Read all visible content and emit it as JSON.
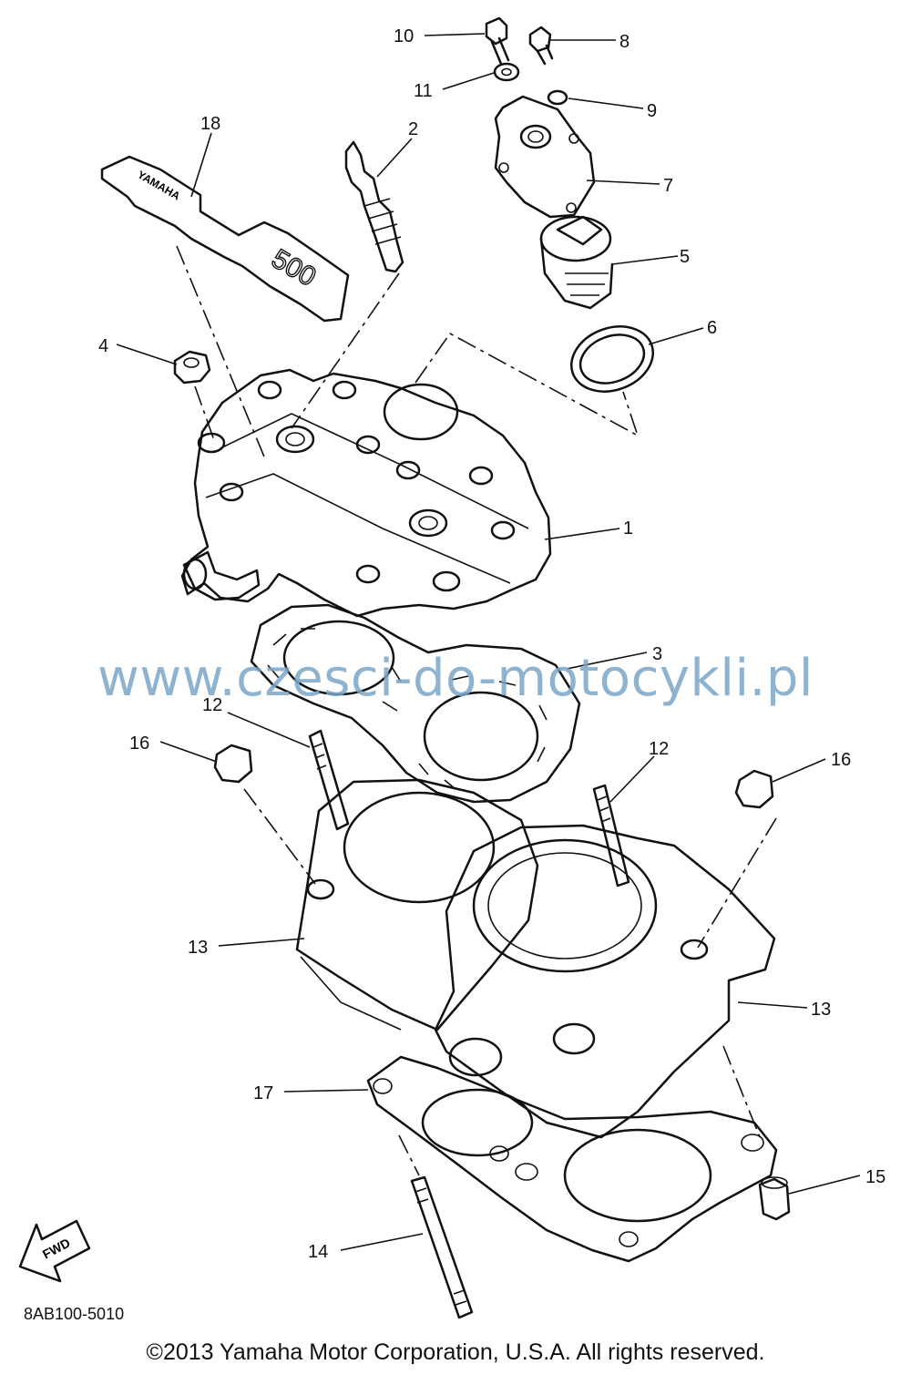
{
  "diagram": {
    "callouts": [
      {
        "id": "c10",
        "label": "10"
      },
      {
        "id": "c8",
        "label": "8"
      },
      {
        "id": "c11",
        "label": "11"
      },
      {
        "id": "c9",
        "label": "9"
      },
      {
        "id": "c18",
        "label": "18"
      },
      {
        "id": "c2",
        "label": "2"
      },
      {
        "id": "c7",
        "label": "7"
      },
      {
        "id": "c5",
        "label": "5"
      },
      {
        "id": "c6",
        "label": "6"
      },
      {
        "id": "c4",
        "label": "4"
      },
      {
        "id": "c1",
        "label": "1"
      },
      {
        "id": "c3",
        "label": "3"
      },
      {
        "id": "c12a",
        "label": "12"
      },
      {
        "id": "c16a",
        "label": "16"
      },
      {
        "id": "c12b",
        "label": "12"
      },
      {
        "id": "c16b",
        "label": "16"
      },
      {
        "id": "c13a",
        "label": "13"
      },
      {
        "id": "c13b",
        "label": "13"
      },
      {
        "id": "c17",
        "label": "17"
      },
      {
        "id": "c15",
        "label": "15"
      },
      {
        "id": "c14",
        "label": "14"
      }
    ],
    "emblem_text": "YAMAHA",
    "emblem_number": "500",
    "fwd_label": "FWD"
  },
  "watermark": "www.czesci-do-motocykli.pl",
  "diagram_code": "8AB100-5010",
  "copyright": "©2013 Yamaha Motor Corporation, U.S.A. All rights reserved."
}
